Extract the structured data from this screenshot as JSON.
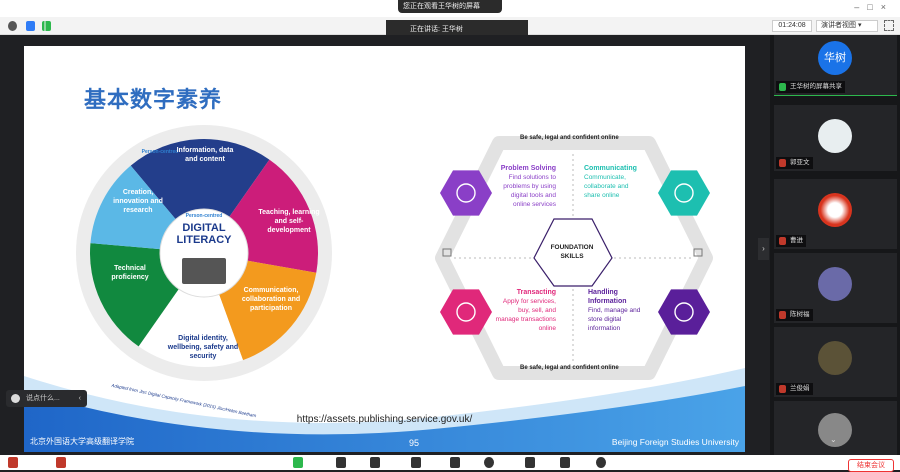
{
  "window": {
    "viewing_tip": "您正在观看王华树的屏幕",
    "speaking": "正在讲话: 王华树",
    "timer": "01:24:08",
    "view_mode": "演讲者视图"
  },
  "slide": {
    "title": "基本数字素养",
    "wheel": {
      "center_top": "Person-centred",
      "center_main1": "DIGITAL",
      "center_main2": "LITERACY",
      "segments": [
        "Information, data and content",
        "Teaching, learning and self-development",
        "Communication, collaboration and participation",
        "Digital identity, wellbeing, safety and security",
        "Technical proficiency",
        "Creation, innovation and research"
      ],
      "credit": "Adapted from Jisc Digital Capacity Framework (2015) Jisc/Helen Beetham"
    },
    "skills": {
      "banner_top": "Be safe, legal and confident online",
      "banner_bottom": "Be safe, legal and confident online",
      "center1": "FOUNDATION",
      "center2": "SKILLS",
      "items": [
        {
          "title": "Problem Solving",
          "desc": "Find solutions to problems by using digital tools and online services",
          "color": "#8a3fc7"
        },
        {
          "title": "Communicating",
          "desc": "Communicate, collaborate and share online",
          "color": "#1dbfb0"
        },
        {
          "title": "Transacting",
          "desc": "Apply for services, buy, sell, and manage transactions online",
          "color": "#e0287a"
        },
        {
          "title": "Handling Information",
          "desc": "Find, manage and store digital information",
          "color": "#5a1f9a"
        }
      ]
    },
    "url": "https://assets.publishing.service.gov.uk/",
    "footer_left": "北京外国语大学高级翻译学院",
    "page": "95",
    "footer_right": "Beijing Foreign Studies University"
  },
  "chat": {
    "placeholder": "说点什么..."
  },
  "participants": [
    {
      "name": "王华树的屏幕共享",
      "avatar_text": "华树"
    },
    {
      "name": "郭亚文"
    },
    {
      "name": "曹进"
    },
    {
      "name": "陈树福"
    },
    {
      "name": "兰俊娟"
    },
    {
      "name": ""
    }
  ],
  "end_button": "结束会议"
}
